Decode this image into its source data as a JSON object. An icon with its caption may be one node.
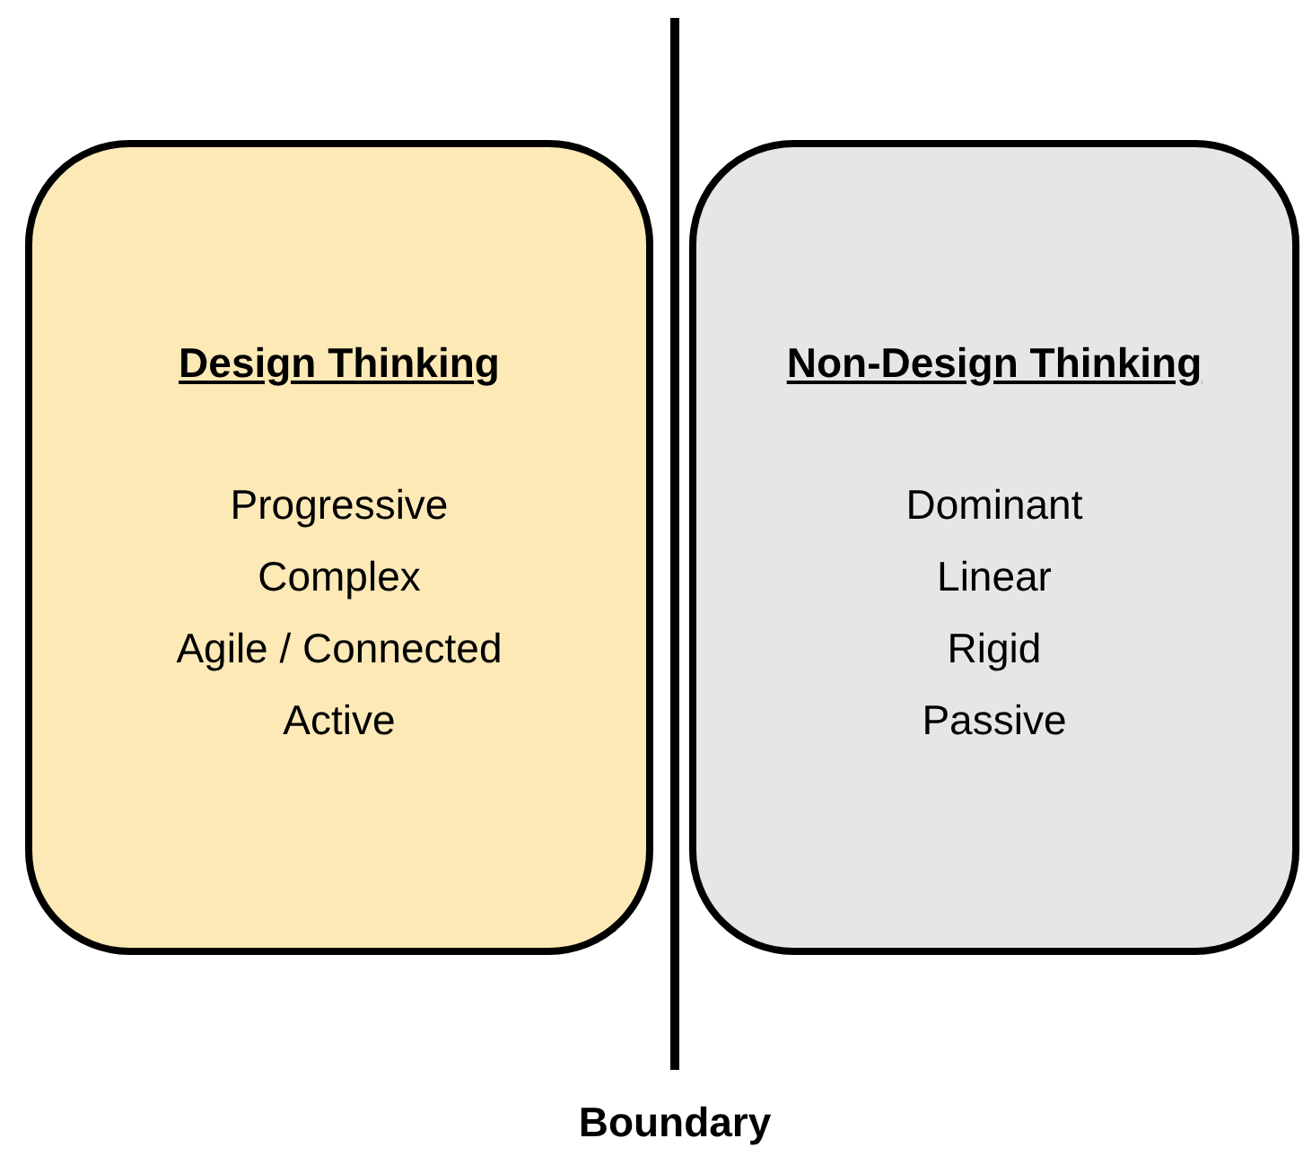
{
  "diagram": {
    "nodes": [
      {
        "text": [
          "Design Thinking",
          "Progressive",
          "Complex",
          "Agile / Connected",
          "Active"
        ]
      },
      {
        "text": [
          "Non-Design Thinking",
          "Dominant",
          "Linear",
          "Rigid",
          "Passive"
        ]
      }
    ],
    "labels": [
      "Boundary"
    ]
  }
}
